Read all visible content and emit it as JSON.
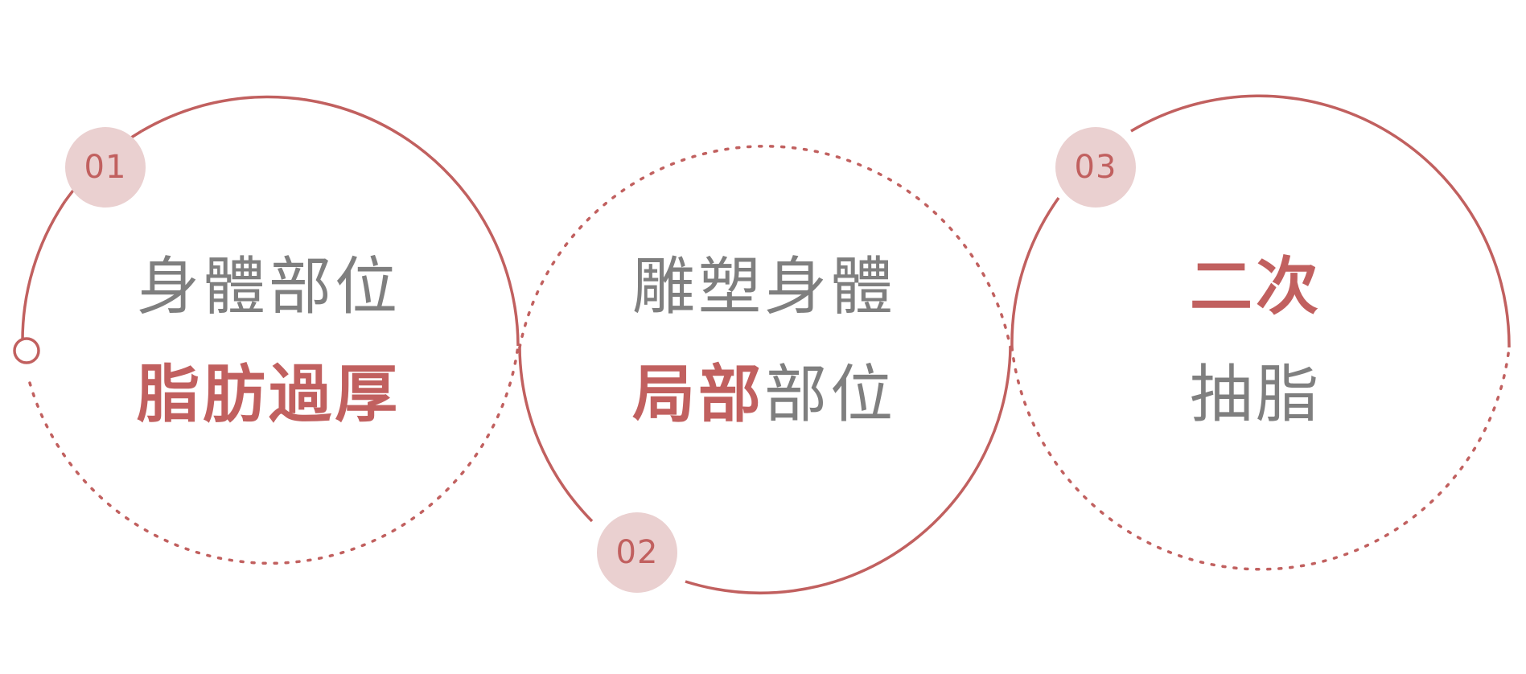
{
  "colors": {
    "accent": "#c1605f",
    "badge_fill": "#ead0d0",
    "muted_text": "#7f7f7f",
    "background": "#ffffff"
  },
  "steps": [
    {
      "number": "01",
      "line1": "身體部位",
      "line2_accent": "脂肪過厚",
      "line2_rest": ""
    },
    {
      "number": "02",
      "line1": "雕塑身體",
      "line2_accent": "局部",
      "line2_rest": "部位"
    },
    {
      "number": "03",
      "line1_accent": "二次",
      "line2": "抽脂"
    }
  ]
}
